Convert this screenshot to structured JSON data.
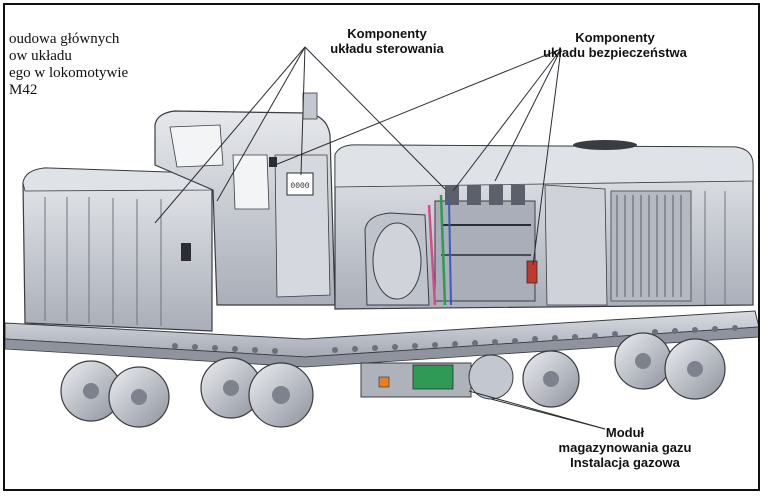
{
  "diagram": {
    "title": "oudowa głównych\now układu\nego w lokomotywie\nM42",
    "labels": {
      "control": "Komponenty\nukładu sterowania",
      "safety": "Komponenty\nukładu bezpieczeństwa",
      "gas": "Moduł\nmagazynowania gazu\nInstalacja gazowa"
    },
    "cab_readout": "0000"
  },
  "colors": {
    "body": "#c9ccd4",
    "body_dark": "#9ea3ae",
    "body_light": "#e3e5ea",
    "wheel": "#b8bcc5",
    "line": "#2b2d33",
    "accent_pink": "#d44d8a",
    "accent_green": "#2f9a55",
    "accent_blue": "#3a5bbf"
  }
}
